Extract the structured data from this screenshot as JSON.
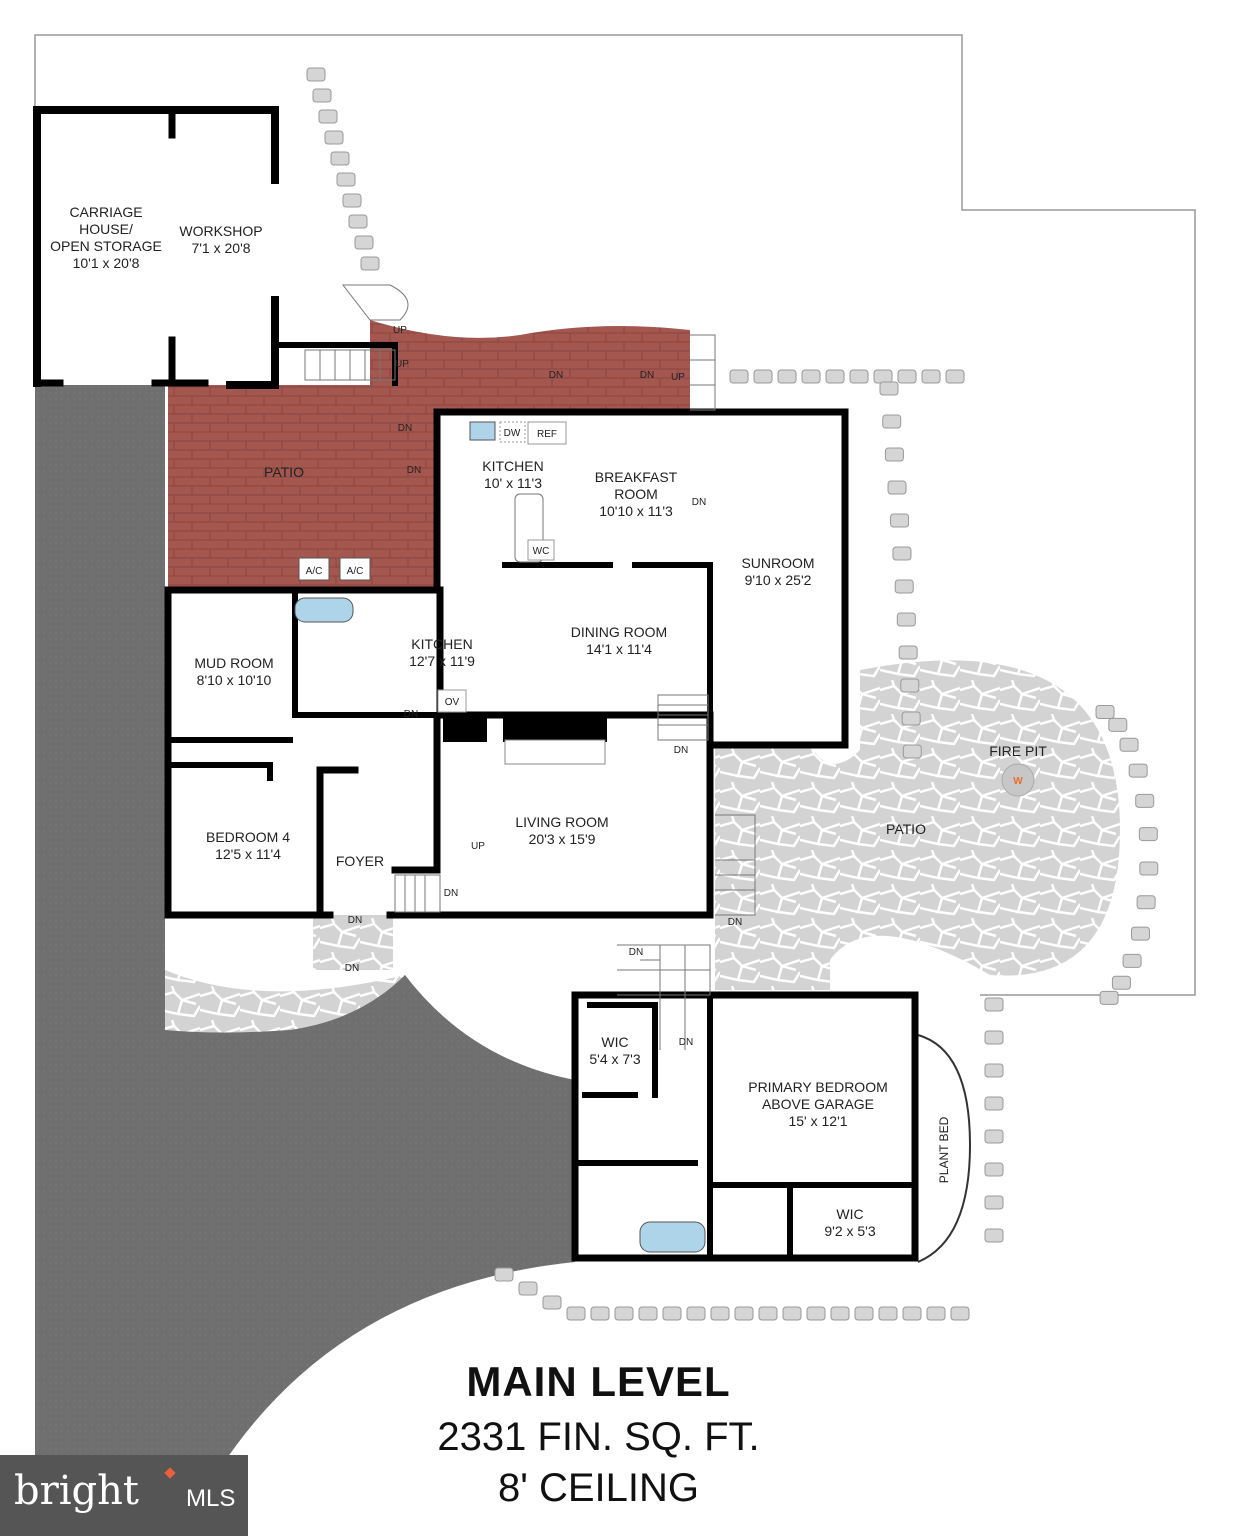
{
  "plan": {
    "rooms": [
      {
        "id": "carriage-house",
        "name": "CARRIAGE\nHOUSE/\nOPEN STORAGE",
        "dims": "10'1 x 20'8"
      },
      {
        "id": "workshop",
        "name": "WORKSHOP",
        "dims": "7'1 x 20'8"
      },
      {
        "id": "patio-brick",
        "name": "PATIO",
        "dims": ""
      },
      {
        "id": "kitchen-upper",
        "name": "KITCHEN",
        "dims": "10' x 11'3"
      },
      {
        "id": "breakfast-room",
        "name": "BREAKFAST\nROOM",
        "dims": "10'10 x 11'3"
      },
      {
        "id": "sunroom",
        "name": "SUNROOM",
        "dims": "9'10 x 25'2"
      },
      {
        "id": "mud-room",
        "name": "MUD ROOM",
        "dims": "8'10 x 10'10"
      },
      {
        "id": "kitchen-lower",
        "name": "KITCHEN",
        "dims": "12'7 x 11'9"
      },
      {
        "id": "dining-room",
        "name": "DINING ROOM",
        "dims": "14'1 x 11'4"
      },
      {
        "id": "living-room",
        "name": "LIVING ROOM",
        "dims": "20'3 x 15'9"
      },
      {
        "id": "bedroom-4",
        "name": "BEDROOM 4",
        "dims": "12'5 x 11'4"
      },
      {
        "id": "foyer",
        "name": "FOYER",
        "dims": ""
      },
      {
        "id": "patio-stone",
        "name": "PATIO",
        "dims": ""
      },
      {
        "id": "wic-1",
        "name": "WIC",
        "dims": "5'4 x 7'3"
      },
      {
        "id": "primary-bedroom",
        "name": "PRIMARY BEDROOM\nABOVE GARAGE",
        "dims": "15' x 12'1"
      },
      {
        "id": "wic-2",
        "name": "WIC",
        "dims": "9'2 x 5'3"
      }
    ],
    "fixtures": {
      "ac": "A/C",
      "dw": "DW",
      "ref": "REF",
      "wc": "WC",
      "ov": "OV",
      "fire_pit": "FIRE PIT",
      "plant_bed": "PLANT BED"
    },
    "stair_labels": {
      "up": "UP",
      "dn": "DN"
    },
    "colors": {
      "brick": "#a4574f",
      "stone": "#d3d3d3",
      "driveway": "#6f6f6f",
      "wall": "#000000",
      "tub": "#aed4ea",
      "fire": "#e8702a"
    }
  },
  "title": {
    "level": "MAIN LEVEL",
    "area": "2331 FIN. SQ. FT.",
    "ceiling": "8' CEILING"
  },
  "logo": {
    "text": "bright MLS"
  }
}
